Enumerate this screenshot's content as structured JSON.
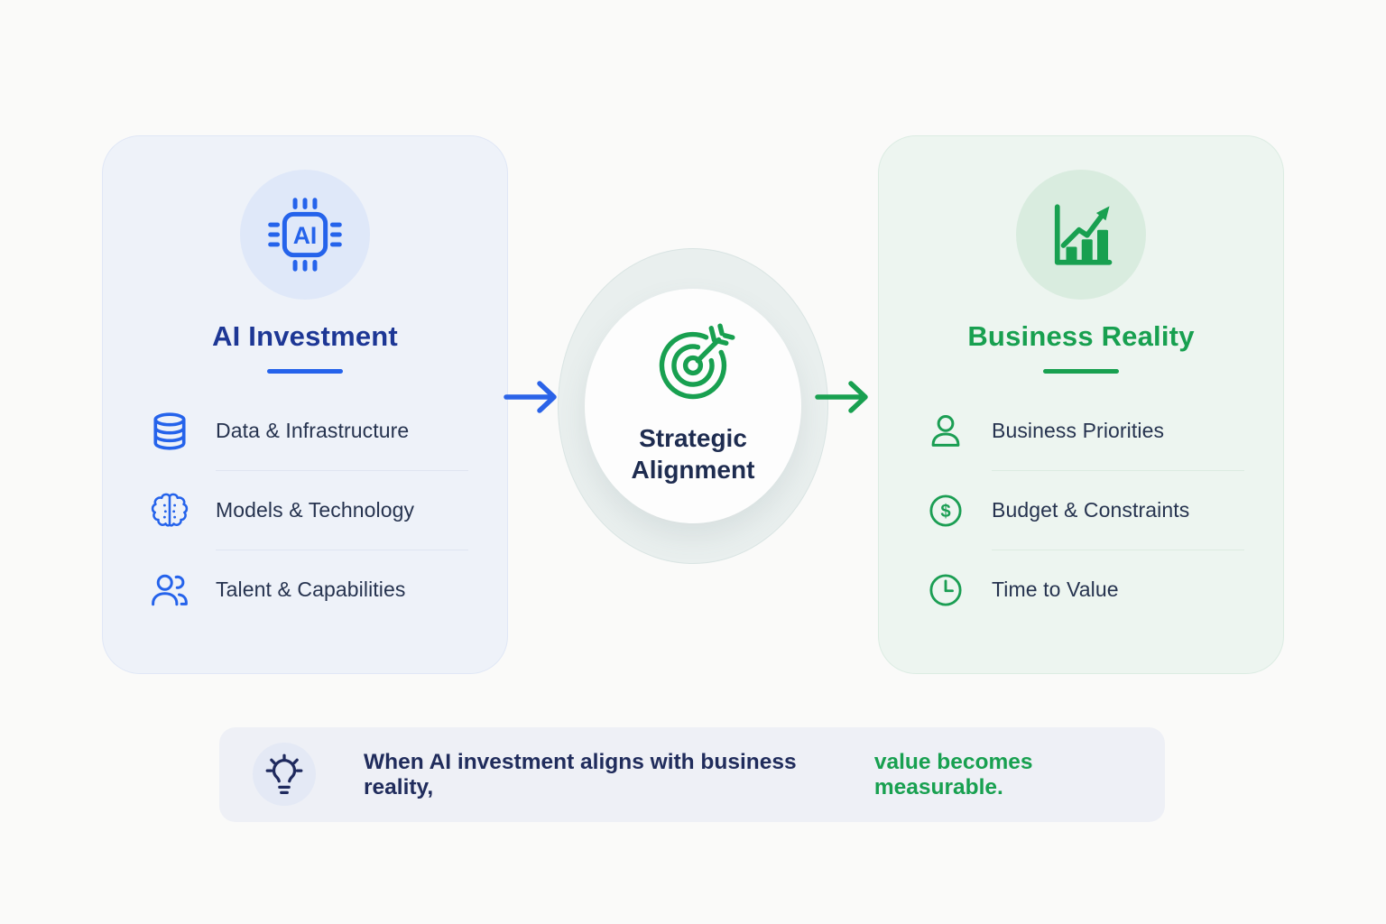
{
  "left_card": {
    "icon": "ai-chip-icon",
    "icon_text": "AI",
    "title": "AI Investment",
    "items": [
      {
        "icon": "database-icon",
        "label": "Data & Infrastructure"
      },
      {
        "icon": "brain-icon",
        "label": "Models & Technology"
      },
      {
        "icon": "people-icon",
        "label": "Talent & Capabilities"
      }
    ]
  },
  "center_node": {
    "icon": "target-dart-icon",
    "title_line1": "Strategic",
    "title_line2": "Alignment"
  },
  "right_card": {
    "icon": "growth-chart-icon",
    "title": "Business Reality",
    "items": [
      {
        "icon": "person-icon",
        "label": "Business Priorities"
      },
      {
        "icon": "dollar-icon",
        "label": "Budget & Constraints",
        "symbol": "$"
      },
      {
        "icon": "clock-icon",
        "label": "Time to Value"
      }
    ]
  },
  "footer": {
    "icon": "lightbulb-icon",
    "text": "When AI investment aligns with business reality,",
    "highlight": "value becomes measurable."
  },
  "colors": {
    "blue_accent": "#2563eb",
    "navy_title": "#1d3795",
    "dark_text": "#26334f",
    "green_accent": "#18a050",
    "footer_navy": "#202c5c",
    "card_blue_bg": "#eef2f9",
    "card_green_bg": "#edf5f0",
    "footer_bg": "#eef0f6"
  }
}
